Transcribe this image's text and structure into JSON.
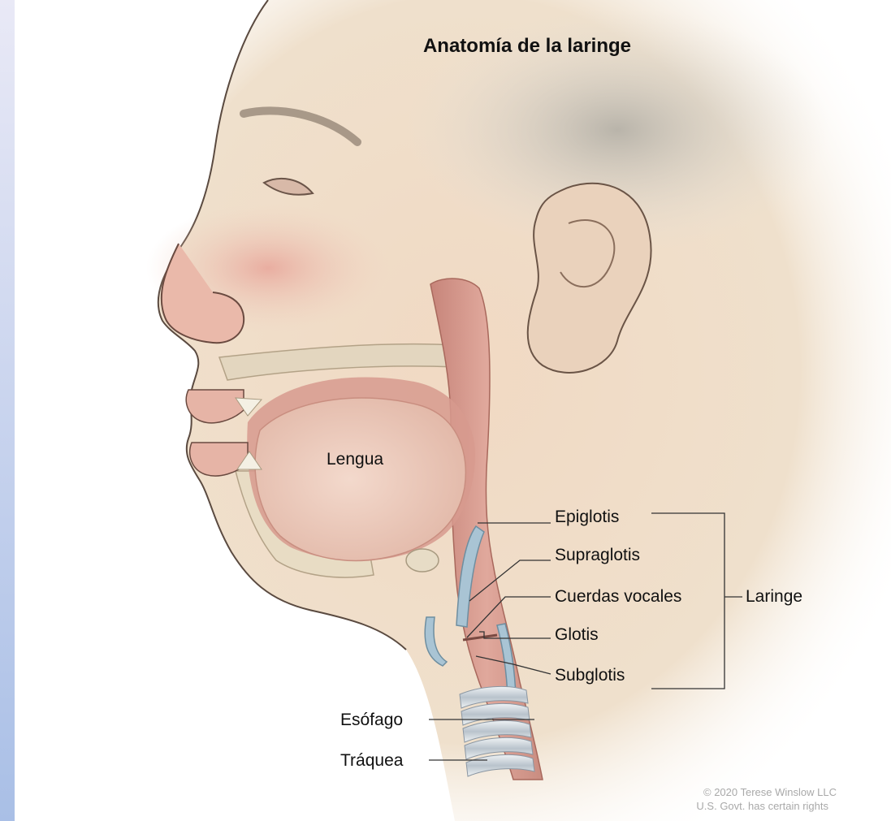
{
  "title": "Anatomía de la laringe",
  "labels": {
    "lengua": "Lengua",
    "epiglotis": "Epiglotis",
    "supraglotis": "Supraglotis",
    "cuerdas_vocales": "Cuerdas vocales",
    "glotis": "Glotis",
    "subglotis": "Subglotis",
    "laringe": "Laringe",
    "esofago": "Esófago",
    "traquea": "Tráquea"
  },
  "credit": {
    "line1": "© 2020 Terese Winslow LLC",
    "line2": "U.S. Govt. has certain rights"
  },
  "colors": {
    "skin": "#f0dcc4",
    "airway": "#d99a8e",
    "cartilage": "#a9c4d4",
    "trachea_rings": "#c6cfd6",
    "hair": "#b8b2a6",
    "background": "#ffffff"
  }
}
